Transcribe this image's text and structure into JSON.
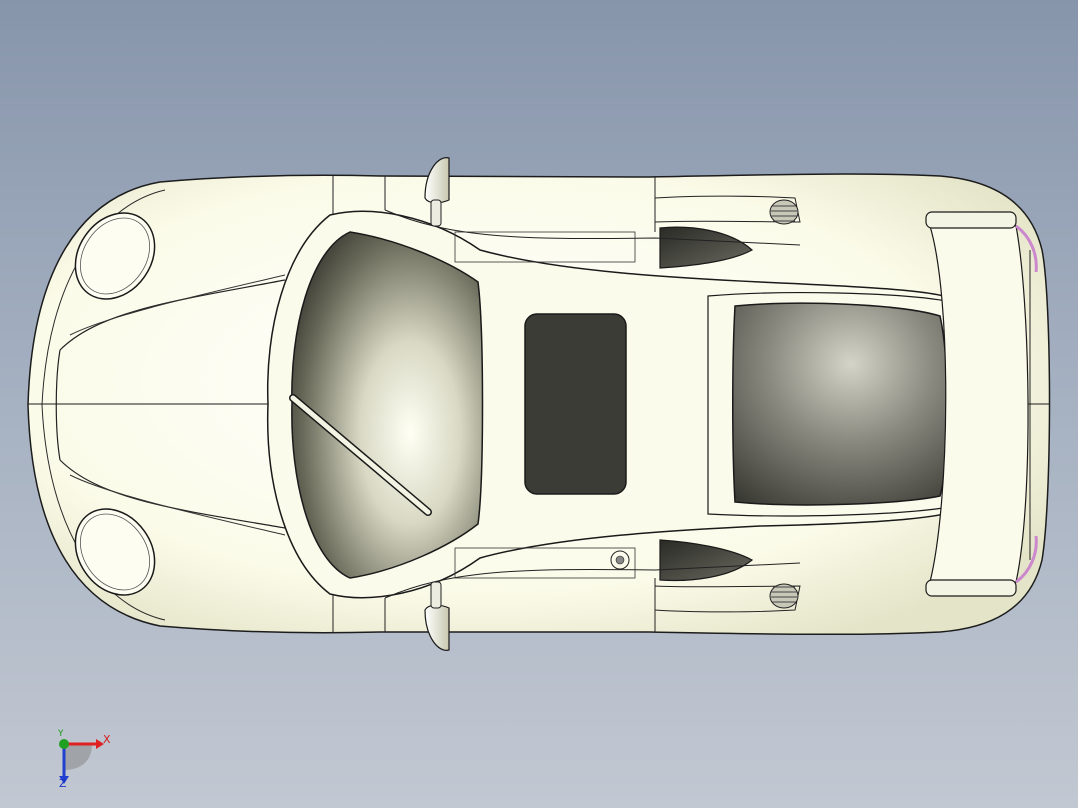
{
  "viewport": {
    "background_top": "#8795ab",
    "background_bottom": "#c2c8d2",
    "model_color": "#fbfbeb",
    "edge_color": "#1a1a1a",
    "glass_color": "#3a3a34"
  },
  "model": {
    "object_name": "car-body",
    "view": "top"
  },
  "triad": {
    "x_label": "X",
    "y_label": "Y",
    "z_label": "Z",
    "x_color": "#e02020",
    "y_color": "#20a020",
    "z_color": "#2040d0"
  }
}
